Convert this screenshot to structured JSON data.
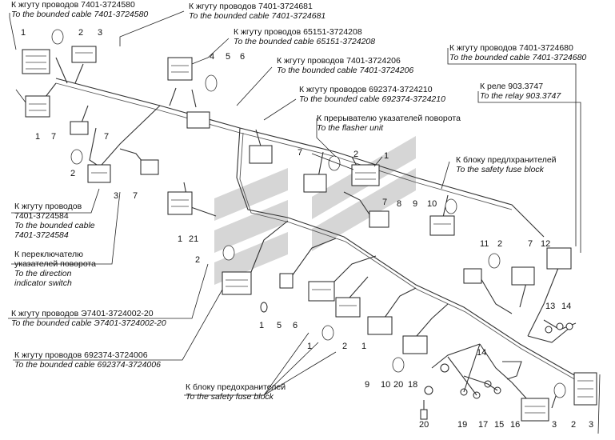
{
  "colors": {
    "line": "#222222",
    "watermark": "#d6d6d6",
    "background": "#ffffff"
  },
  "labels": {
    "cable_3724580": {
      "ru": "К жгуту проводов 7401-3724580",
      "en": "To the bounded cable 7401-3724580"
    },
    "cable_3724681": {
      "ru": "К жгуту проводов 7401-3724681",
      "en": "To the bounded cable 7401-3724681"
    },
    "cable_3724208": {
      "ru": "К жгуту проводов 65151-3724208",
      "en": "To the bounded cable 65151-3724208"
    },
    "cable_3724206": {
      "ru": "К жгуту проводов 7401-3724206",
      "en": "To the bounded cable 7401-3724206"
    },
    "cable_3724680": {
      "ru": "К жгуту проводов 7401-3724680",
      "en": "To the bounded cable 7401-3724680"
    },
    "cable_3724210": {
      "ru": "К жгуту проводов 692374-3724210",
      "en": "To the bounded cable 692374-3724210"
    },
    "relay": {
      "ru": "К реле 903.3747",
      "en": "To the relay 903.3747"
    },
    "flasher": {
      "ru": "К прерывателю указателей поворота",
      "en": "To the flasher unit"
    },
    "fuse_box_top": {
      "ru": "К блоку предлхранителей",
      "en": "To the safety fuse block"
    },
    "cable_3724584": {
      "ru1": "К жгуту проводов",
      "ru2": "7401-3724584",
      "en1": "To the bounded cable",
      "en2": "7401-3724584"
    },
    "direction_switch": {
      "ru1": "К переключателю",
      "ru2": "указателей поворота",
      "en1": "To the direction",
      "en2": "indicator switch"
    },
    "cable_3724002": {
      "ru": "К жгуту проводов Э7401-3724002-20",
      "en": "To the bounded cable Э7401-3724002-20"
    },
    "cable_3724006": {
      "ru": "К жгуту проводов 692374-3724006",
      "en": "To the bounded cable 692374-3724006"
    },
    "fuse_box_bottom": {
      "ru": "К блоку предохранителей",
      "en": "To the safety fuse block"
    }
  },
  "callouts": {
    "n1": "1",
    "n2": "2",
    "n3": "3",
    "n4": "4",
    "n5": "5",
    "n6": "6",
    "n7": "7",
    "n8": "1",
    "n9": "7",
    "n10": "2",
    "n11": "3",
    "n12": "7",
    "n13": "7",
    "n14": "2",
    "n15": "1",
    "n16": "7",
    "n17": "8",
    "n18": "9",
    "n19": "10",
    "n20": "11",
    "n21": "2",
    "n22": "7",
    "n23": "12",
    "n24": "1",
    "n25": "21",
    "n26": "2",
    "n27": "1",
    "n28": "5",
    "n29": "6",
    "n30": "1",
    "n31": "2",
    "n32": "1",
    "n33": "13",
    "n34": "14",
    "n35": "14",
    "n36": "9",
    "n37": "10",
    "n38": "20",
    "n39": "18",
    "n40": "20",
    "n41": "19",
    "n42": "17",
    "n43": "15",
    "n44": "16",
    "n45": "3",
    "n46": "2",
    "n47": "3"
  }
}
